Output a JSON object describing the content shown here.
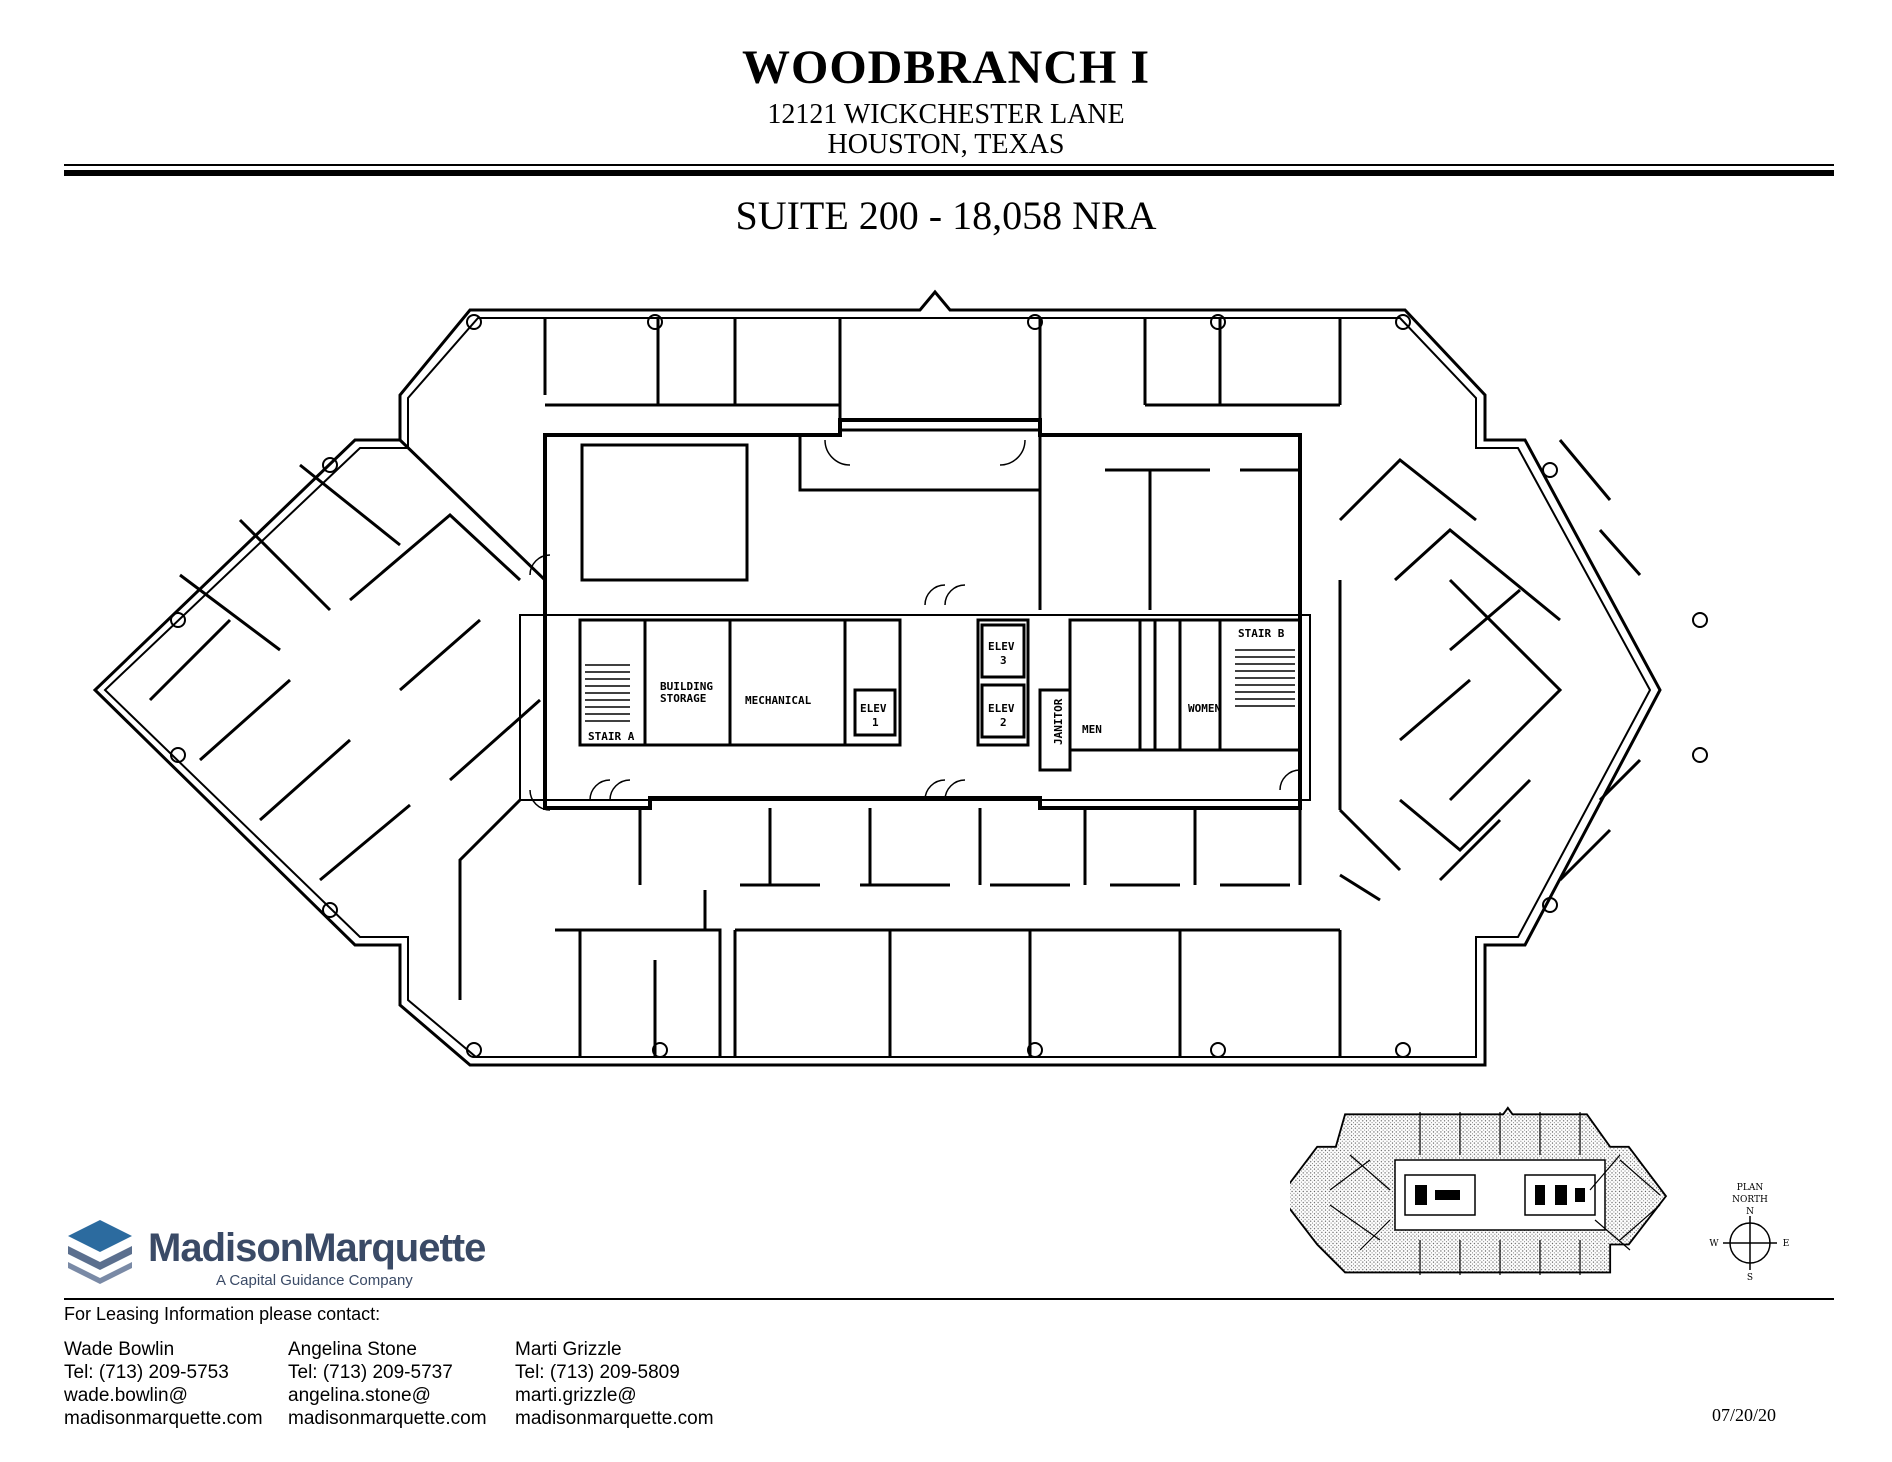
{
  "header": {
    "building_name": "WOODBRANCH I",
    "address_line1": "12121 WICKCHESTER LANE",
    "address_line2": "HOUSTON, TEXAS",
    "suite": "SUITE 200 - 18,058 NRA"
  },
  "floorplan": {
    "labels": {
      "stair_a": "STAIR A",
      "building_storage_1": "BUILDING",
      "building_storage_2": "STORAGE",
      "mechanical": "MECHANICAL",
      "elev1_a": "ELEV",
      "elev1_b": "1",
      "elev2_a": "ELEV",
      "elev2_b": "2",
      "elev3_a": "ELEV",
      "elev3_b": "3",
      "janitor": "JANITOR",
      "men": "MEN",
      "women": "WOMEN",
      "stair_b": "STAIR B"
    }
  },
  "compass": {
    "title1": "PLAN",
    "title2": "NORTH",
    "n": "N",
    "s": "S",
    "e": "E",
    "w": "W"
  },
  "brand": {
    "name": "MadisonMarquette",
    "tagline": "A Capital Guidance Company"
  },
  "contact": {
    "heading": "For Leasing Information please contact:",
    "people": [
      {
        "name": "Wade Bowlin",
        "tel": "Tel: (713) 209-5753",
        "email1": "wade.bowlin@",
        "email2": "madisonmarquette.com"
      },
      {
        "name": "Angelina Stone",
        "tel": "Tel: (713) 209-5737",
        "email1": "angelina.stone@",
        "email2": "madisonmarquette.com"
      },
      {
        "name": "Marti Grizzle",
        "tel": "Tel: (713) 209-5809",
        "email1": "marti.grizzle@",
        "email2": "madisonmarquette.com"
      }
    ]
  },
  "date": "07/20/20",
  "colors": {
    "brand": "#3a4a66",
    "ink": "#000000"
  }
}
